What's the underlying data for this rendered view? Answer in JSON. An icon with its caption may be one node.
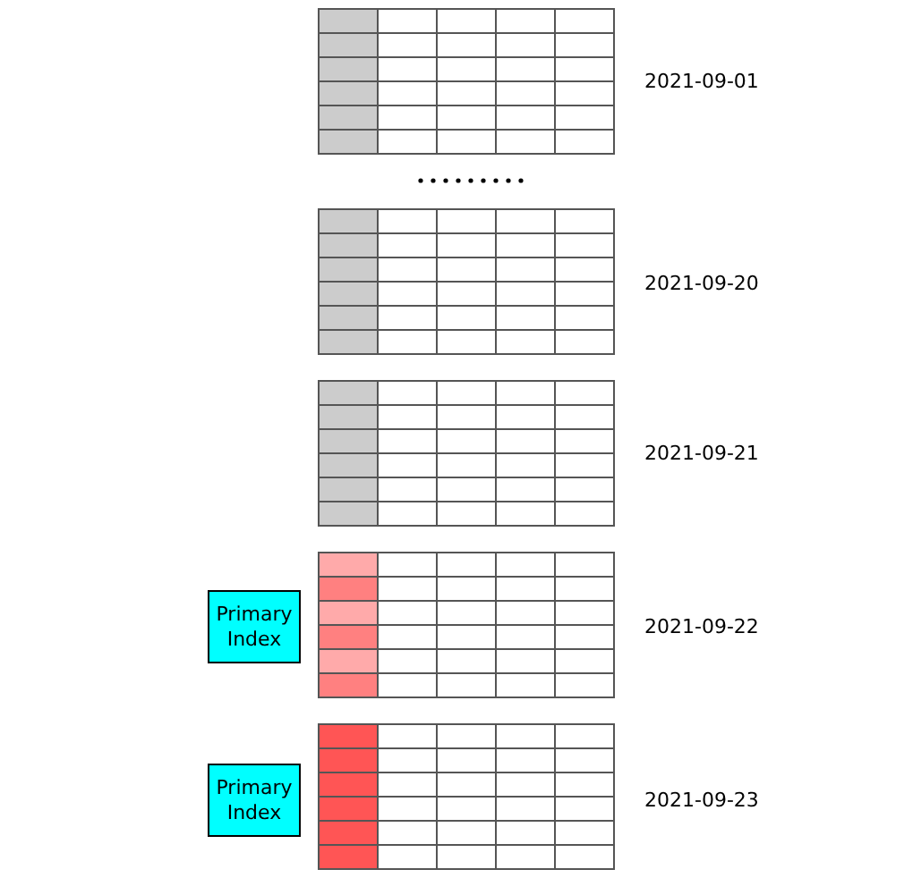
{
  "diagram": {
    "nodes": [
      {
        "text": [
          "Primary Index"
        ]
      },
      {
        "text": [
          "Primary Index"
        ]
      }
    ],
    "edges": [],
    "labels": [
      "2021-09-01",
      "2021-09-20",
      "2021-09-21",
      "2021-09-22",
      "2021-09-23"
    ]
  }
}
